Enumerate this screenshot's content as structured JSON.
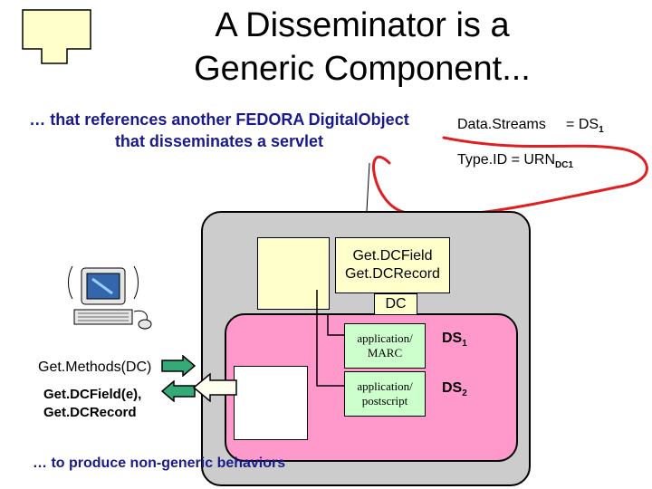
{
  "title": [
    "A Disseminator is a",
    "Generic Component..."
  ],
  "subtitle": [
    "… that references another FEDORA DigitalObject",
    "that disseminates a servlet"
  ],
  "datastreams_eq": {
    "left": "Data.Streams",
    "right": "= DS",
    "sub": "1"
  },
  "typeid_eq": {
    "left": "Type.ID = URN",
    "sub": "DC1"
  },
  "dc_methods": [
    "Get.DCField",
    "Get.DCRecord"
  ],
  "dc_label": "DC",
  "mime_1": [
    "application/",
    "MARC"
  ],
  "mime_2": [
    "application/",
    "postscript"
  ],
  "ds1": {
    "text": "DS",
    "sub": "1"
  },
  "ds2": {
    "text": "DS",
    "sub": "2"
  },
  "get_methods": "Get.Methods(DC)",
  "get_dcfield": [
    "Get.DCField(e),",
    "Get.DCRecord"
  ],
  "produce": "… to produce non-generic behaviors",
  "colors": {
    "outer": "#cccccc",
    "inner": "#ff99cc",
    "yellow": "#ffffcc",
    "green": "#ccffcc",
    "arrow_green": "#33aa77",
    "red": "#e02020",
    "blue_text": "#1a1a8c"
  }
}
